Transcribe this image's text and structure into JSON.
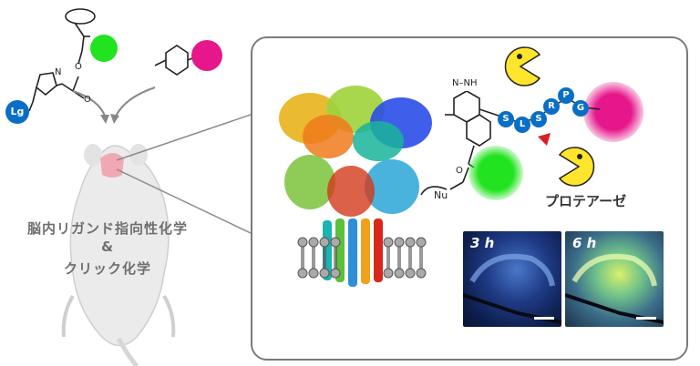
{
  "ligand": {
    "label": "Lg"
  },
  "reagent_left": {
    "nu_label": "N",
    "o_label": "O",
    "o2_label": "O"
  },
  "mouse_text": {
    "line1": "脳内リガンド指向性化学",
    "line2": "&",
    "line3": "クリック化学"
  },
  "panel": {
    "hydrazine_label": "N–NH",
    "ester_o": "O",
    "nu_label": "Nu",
    "peptide": [
      "S",
      "L",
      "S",
      "R",
      "P",
      "G"
    ],
    "protease_label": "プロテアーゼ",
    "images": [
      {
        "label": "3 h"
      },
      {
        "label": "6 h"
      }
    ]
  },
  "colors": {
    "fluor_green": "#22e31f",
    "payload_magenta": "#e6168b",
    "peptide_blue": "#0a6ec7",
    "panel_border": "#7a7a7a",
    "pacman_yellow": "#ffe52b",
    "cleavage_red": "#d81f26"
  },
  "icons": [
    "pacman-icon",
    "cleavage-arrow-icon",
    "cell-membrane-icon",
    "protein-receptor-icon",
    "mouse-icon"
  ]
}
